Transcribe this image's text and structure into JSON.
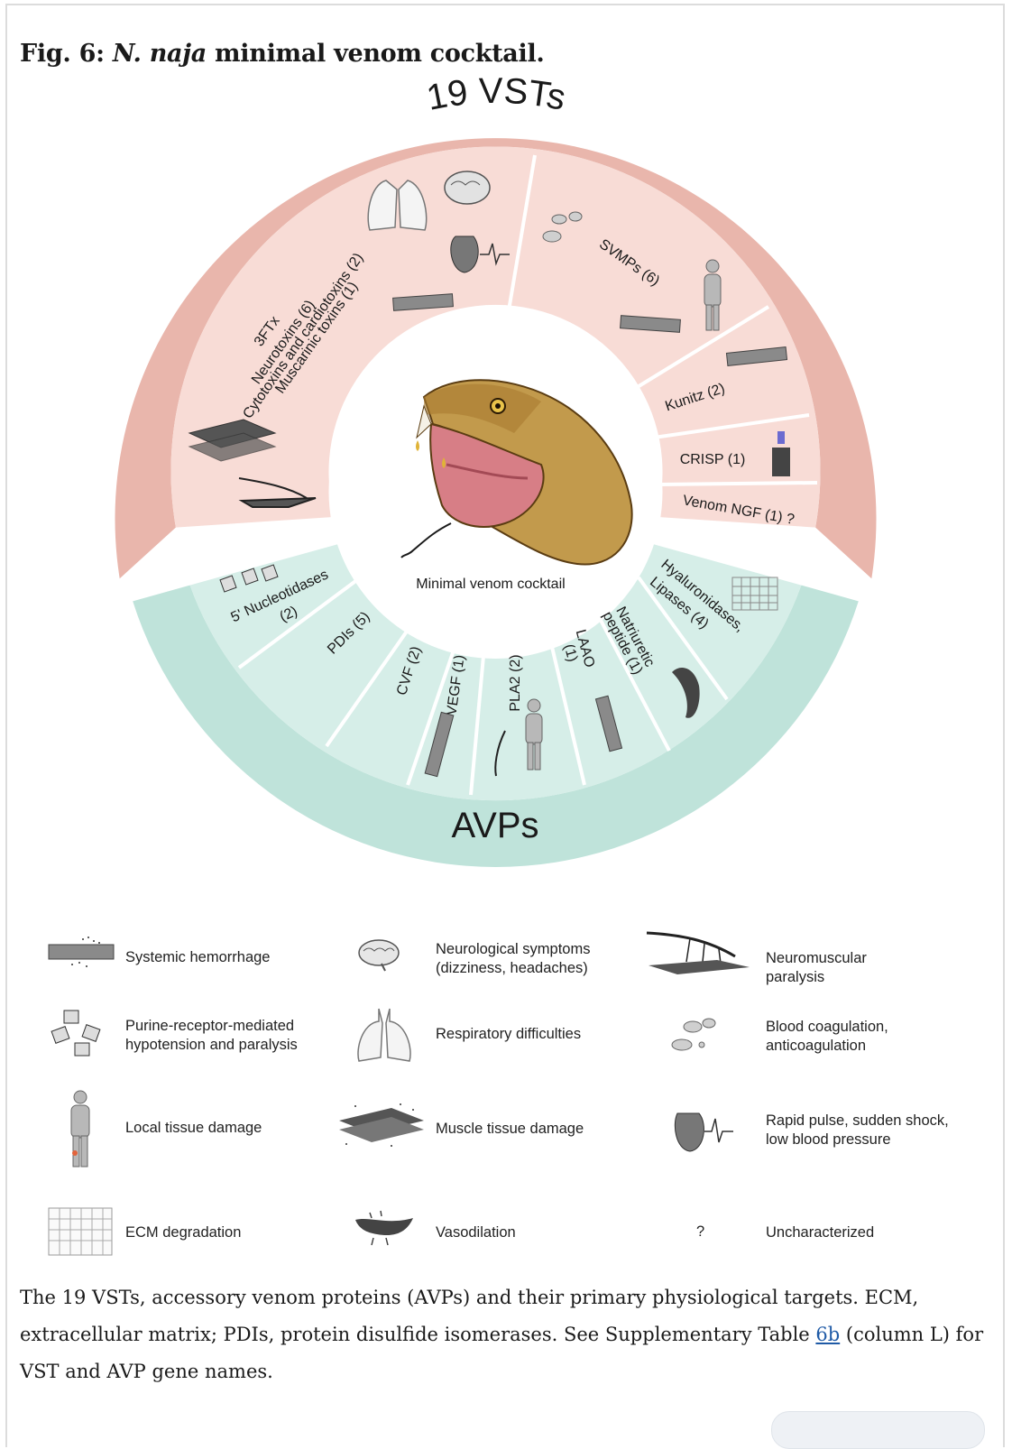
{
  "figure": {
    "label": "Fig. 6:",
    "species": "N. naja",
    "title_rest": "minimal venom cocktail."
  },
  "wheel": {
    "outer_top_label": "19 VSTs",
    "outer_bottom_label": "AVPs",
    "center_label": "Minimal venom cocktail",
    "colors": {
      "vst_outer": "#e9b6ac",
      "vst_inner": "#f8dcd6",
      "avp_outer": "#bfe3da",
      "avp_inner": "#d6eee8",
      "divider": "#ffffff"
    },
    "vst_sectors": {
      "threeftx": [
        "3FTx",
        "Neurotoxins (6)",
        "Cytotoxins and cardiotoxins (2)",
        "Muscarinic toxins (1)"
      ],
      "svmps": "SVMPs (6)",
      "kunitz": "Kunitz (2)",
      "crisp": "CRISP (1)",
      "ngf": "Venom NGF (1) ?"
    },
    "avp_sectors": {
      "nucleotidases": [
        "5' Nucleotidases",
        "(2)"
      ],
      "pdis": "PDIs (5)",
      "cvf": "CVF (2)",
      "vegf": "VEGF (1)",
      "pla2": "PLA2 (2)",
      "laao": [
        "LAAO",
        "(1)"
      ],
      "natriuretic": [
        "Natriuretic",
        "peptide (1)"
      ],
      "hyaluronidases": [
        "Hyaluronidases,",
        "Lipases (4)"
      ]
    }
  },
  "legend": [
    {
      "icon": "hemorrhage-icon",
      "text": "Systemic hemorrhage"
    },
    {
      "icon": "brain-icon",
      "text": "Neurological symptoms (dizziness, headaches)"
    },
    {
      "icon": "neuromuscular-icon",
      "text": "Neuromuscular paralysis"
    },
    {
      "icon": "purine-receptor-icon",
      "text": "Purine-receptor-mediated hypotension and paralysis"
    },
    {
      "icon": "lungs-icon",
      "text": "Respiratory difficulties"
    },
    {
      "icon": "blood-cells-icon",
      "text": "Blood coagulation, anticoagulation"
    },
    {
      "icon": "human-figure-icon",
      "text": "Local tissue damage"
    },
    {
      "icon": "muscle-tissue-icon",
      "text": "Muscle tissue damage"
    },
    {
      "icon": "heart-icon",
      "text": "Rapid pulse, sudden shock, low blood pressure"
    },
    {
      "icon": "ecm-grid-icon",
      "text": "ECM degradation"
    },
    {
      "icon": "vessel-icon",
      "text": "Vasodilation"
    },
    {
      "icon": "question-mark-icon",
      "symbol": "?",
      "text": "Uncharacterized"
    }
  ],
  "legend_lines": {
    "l1": [
      "Systemic hemorrhage"
    ],
    "l2": [
      "Neurological symptoms",
      "(dizziness, headaches)"
    ],
    "l3": [
      "Neuromuscular",
      "paralysis"
    ],
    "l4": [
      "Purine-receptor-mediated",
      "hypotension and paralysis"
    ],
    "l5": [
      "Respiratory difficulties"
    ],
    "l6": [
      "Blood coagulation,",
      "anticoagulation"
    ],
    "l7": [
      "Local tissue damage"
    ],
    "l8": [
      "Muscle tissue damage"
    ],
    "l9": [
      "Rapid pulse, sudden shock,",
      "low blood pressure"
    ],
    "l10": [
      "ECM degradation"
    ],
    "l11": [
      "Vasodilation"
    ],
    "l12": [
      "Uncharacterized"
    ]
  },
  "caption": {
    "before_link": "The 19 VSTs, accessory venom proteins (AVPs) and their primary physiological targets. ECM, extracellular matrix; PDIs, protein disulfide isomerases. See Supplementary Table ",
    "link_text": "6b",
    "after_link": " (column L) for VST and AVP gene names."
  }
}
